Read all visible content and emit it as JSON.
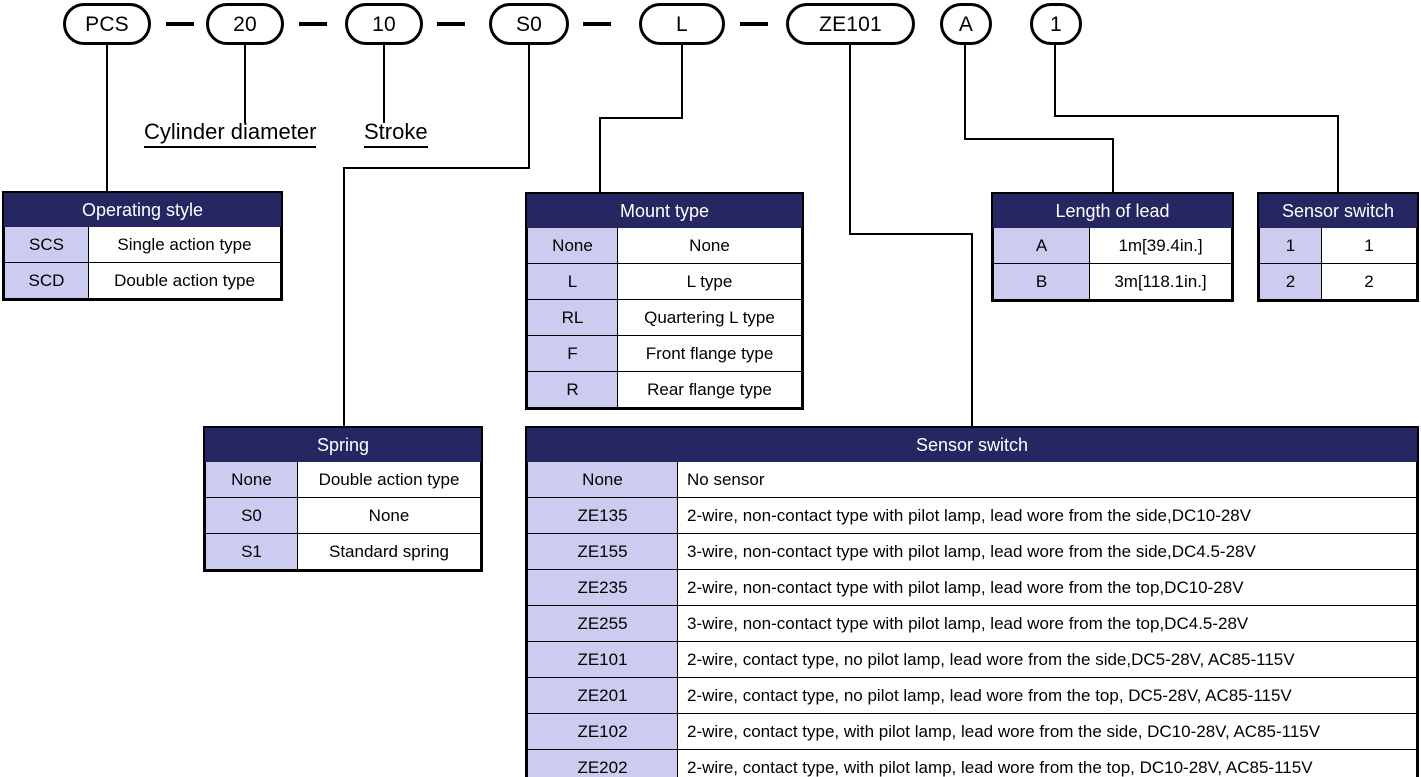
{
  "part_number": {
    "segments": [
      {
        "code": "PCS"
      },
      {
        "code": "20"
      },
      {
        "code": "10"
      },
      {
        "code": "S0"
      },
      {
        "code": "L"
      },
      {
        "code": "ZE101"
      },
      {
        "code": "A"
      },
      {
        "code": "1"
      }
    ],
    "separator": "—"
  },
  "callouts": {
    "cylinder_diameter": "Cylinder diameter",
    "stroke": "Stroke"
  },
  "colors": {
    "header_bg": "#262663",
    "header_text": "#ffffff",
    "code_cell_bg": "#ccccf0",
    "desc_cell_bg": "#ffffff",
    "line": "#000000",
    "page_bg": "#ffffff"
  },
  "tables": {
    "operating_style": {
      "title": "Operating style",
      "rows": [
        {
          "code": "SCS",
          "desc": "Single action type"
        },
        {
          "code": "SCD",
          "desc": "Double action type"
        }
      ]
    },
    "mount_type": {
      "title": "Mount type",
      "rows": [
        {
          "code": "None",
          "desc": "None"
        },
        {
          "code": "L",
          "desc": "L type"
        },
        {
          "code": "RL",
          "desc": "Quartering L type"
        },
        {
          "code": "F",
          "desc": "Front flange type"
        },
        {
          "code": "R",
          "desc": "Rear flange type"
        }
      ]
    },
    "length_of_lead": {
      "title": "Length of lead",
      "rows": [
        {
          "code": "A",
          "desc": "1m[39.4in.]"
        },
        {
          "code": "B",
          "desc": "3m[118.1in.]"
        }
      ]
    },
    "sensor_switch_count": {
      "title": "Sensor switch",
      "rows": [
        {
          "code": "1",
          "desc": "1"
        },
        {
          "code": "2",
          "desc": "2"
        }
      ]
    },
    "spring": {
      "title": "Spring",
      "rows": [
        {
          "code": "None",
          "desc": "Double action type"
        },
        {
          "code": "S0",
          "desc": "None"
        },
        {
          "code": "S1",
          "desc": "Standard spring"
        }
      ]
    },
    "sensor_switch": {
      "title": "Sensor switch",
      "rows": [
        {
          "code": "None",
          "desc": "No sensor"
        },
        {
          "code": "ZE135",
          "desc": "2-wire, non-contact type with pilot lamp, lead wore from the side,DC10-28V"
        },
        {
          "code": "ZE155",
          "desc": "3-wire, non-contact type with pilot lamp, lead wore from the side,DC4.5-28V"
        },
        {
          "code": "ZE235",
          "desc": "2-wire, non-contact type with pilot lamp, lead wore from the top,DC10-28V"
        },
        {
          "code": "ZE255",
          "desc": "3-wire, non-contact type with pilot lamp, lead wore from the top,DC4.5-28V"
        },
        {
          "code": "ZE101",
          "desc": "2-wire, contact type, no pilot lamp, lead wore from the side,DC5-28V, AC85-115V"
        },
        {
          "code": "ZE201",
          "desc": "2-wire, contact type, no pilot lamp, lead wore from the top, DC5-28V, AC85-115V"
        },
        {
          "code": "ZE102",
          "desc": "2-wire, contact type, with pilot lamp, lead wore from the side, DC10-28V, AC85-115V"
        },
        {
          "code": "ZE202",
          "desc": "2-wire, contact type, with pilot lamp, lead wore from the top, DC10-28V, AC85-115V"
        }
      ]
    }
  }
}
